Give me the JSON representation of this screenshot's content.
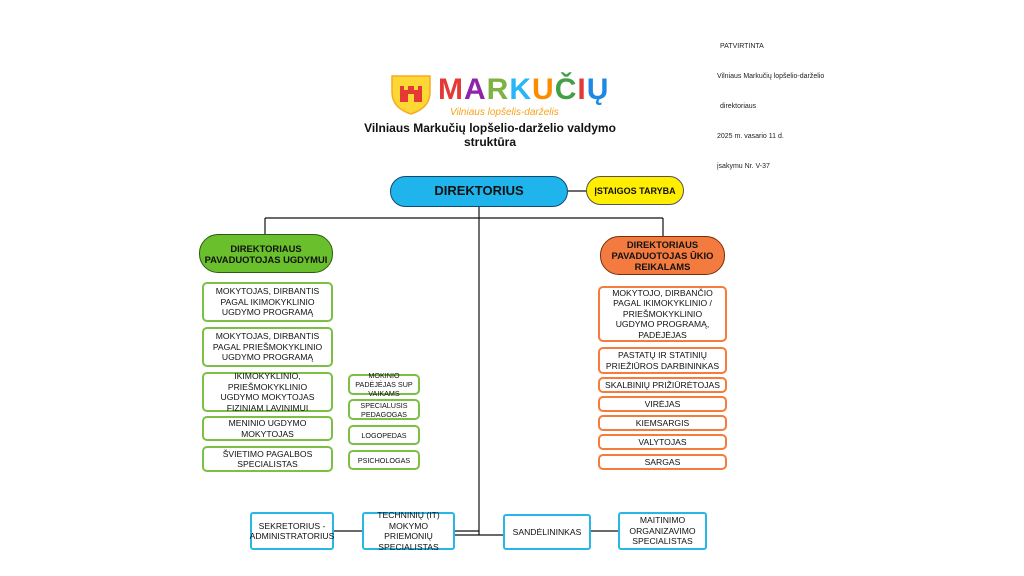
{
  "approval": {
    "line1": "PATVIRTINTA",
    "line2": "Vilniaus Markučių lopšelio-darželio",
    "line3": "direktoriaus",
    "line4": "2025 m. vasario 11 d.",
    "line5": "įsakymu Nr. V-37"
  },
  "logo": {
    "letters": [
      "M",
      "A",
      "R",
      "K",
      "U",
      "Č",
      "I",
      "Ų"
    ],
    "subtitle": "Vilniaus lopšelis-darželis"
  },
  "title": "Vilniaus Markučių lopšelio-darželio valdymo struktūra",
  "director": "DIREKTORIUS",
  "council": "ĮSTAIGOS TARYBA",
  "deputy_education": "DIREKTORIAUS PAVADUOTOJAS UGDYMUI",
  "deputy_economy": "DIREKTORIAUS PAVADUOTOJAS ŪKIO REIKALAMS",
  "education_staff": [
    "MOKYTOJAS, DIRBANTIS PAGAL IKIMOKYKLINIO UGDYMO PROGRAMĄ",
    "MOKYTOJAS, DIRBANTIS PAGAL PRIEŠMOKYKLINIO UGDYMO PROGRAMĄ",
    "IKIMOKYKLINIO, PRIEŠMOKYKLINIO UGDYMO MOKYTOJAS FIZINIAM LAVINIMUI",
    "MENINIO UGDYMO MOKYTOJAS",
    "ŠVIETIMO PAGALBOS SPECIALISTAS"
  ],
  "support_staff": [
    "MOKINIO PADĖJĖJAS SUP VAIKAMS",
    "SPECIALUSIS PEDAGOGAS",
    "LOGOPEDAS",
    "PSICHOLOGAS"
  ],
  "economy_staff": [
    "MOKYTOJO, DIRBANČIO PAGAL IKIMOKYKLINIO / PRIEŠMOKYKLINIO UGDYMO PROGRAMĄ, PADĖJĖJAS",
    "PASTATŲ IR STATINIŲ PRIEŽIŪROS DARBININKAS",
    "SKALBINIŲ PRIŽIŪRĖTOJAS",
    "VIRĖJAS",
    "KIEMSARGIS",
    "VALYTOJAS",
    "SARGAS"
  ],
  "bottom_staff": {
    "secretary": "SEKRETORIUS - ADMINISTRATORIUS",
    "it": "TECHNINIŲ (IT) MOKYMO PRIEMONIŲ SPECIALISTAS",
    "warehouse": "SANDĖLININKAS",
    "catering": "MAITINIMO ORGANIZAVIMO SPECIALISTAS"
  },
  "colors": {
    "director": "#1fb5ec",
    "council": "#ffee00",
    "education": "#69bf2c",
    "economy": "#f47b3f",
    "bottom": "#29b6e6"
  }
}
